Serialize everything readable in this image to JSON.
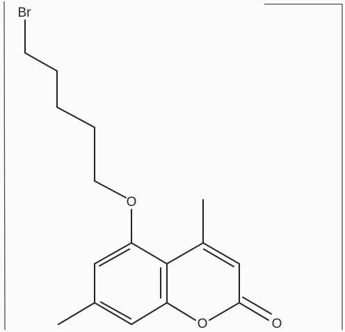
{
  "figure": {
    "atoms": [
      {
        "id": "br",
        "label": "Br"
      },
      {
        "id": "o-ether",
        "label": "O"
      },
      {
        "id": "o-ring",
        "label": "O"
      },
      {
        "id": "o-carbonyl",
        "label": "O"
      }
    ],
    "colors": {
      "bond": "#262626",
      "background": "#fbfbfa",
      "frame": "#4a4a4a"
    }
  }
}
